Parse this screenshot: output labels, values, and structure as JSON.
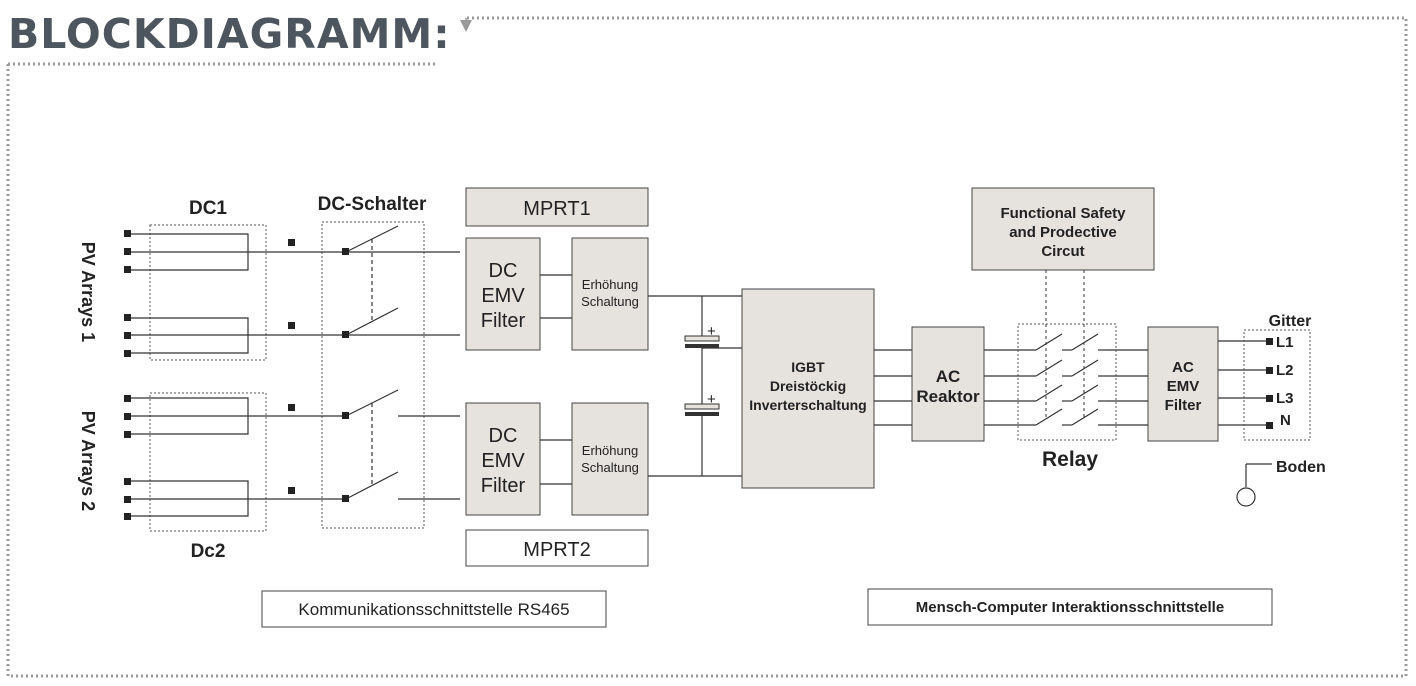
{
  "title": "BLOCKDIAGRAMM:",
  "colors": {
    "title": "#4d555e",
    "frame": "#9a9a9a",
    "block_fill": "#e6e3de",
    "line": "#333333"
  },
  "labels": {
    "dc1": "DC1",
    "dc2": "Dc2",
    "dc_switch": "DC-Schalter",
    "pv1": "PV Arrays 1",
    "pv2": "PV Arrays 2",
    "mprt1": "MPRT1",
    "mprt2": "MPRT2",
    "emv_filter": [
      "DC",
      "EMV",
      "Filter"
    ],
    "boost": [
      "Erhöhung",
      "Schaltung"
    ],
    "inverter": [
      "IGBT",
      "Dreistöckig",
      "Inverterschaltung"
    ],
    "ac_reactor": [
      "AC",
      "Reaktor"
    ],
    "safety": [
      "Functional Safety",
      "and Prodective",
      "Circut"
    ],
    "relay": "Relay",
    "ac_emv_filter": [
      "AC",
      "EMV",
      "Filter"
    ],
    "grid": "Gitter",
    "grid_lines": [
      "L1",
      "L2",
      "L3",
      "N"
    ],
    "ground": "Boden",
    "comm": "Kommunikationsschnittstelle RS465",
    "hmi": "Mensch-Computer Interaktionsschnittstelle",
    "plus": "+"
  }
}
